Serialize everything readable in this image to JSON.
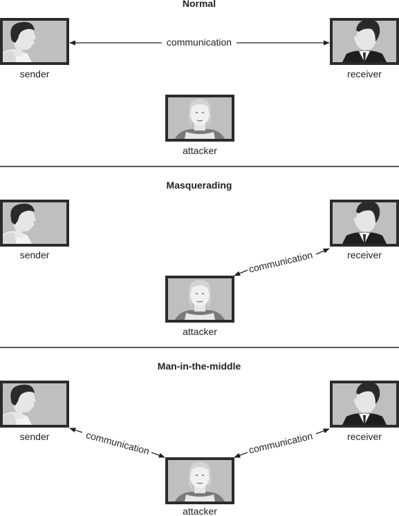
{
  "panels": [
    {
      "title": "Normal",
      "sender_label": "sender",
      "receiver_label": "receiver",
      "attacker_label": "attacker",
      "links": [
        {
          "label": "communication",
          "from": "sender",
          "to": "receiver"
        }
      ]
    },
    {
      "title": "Masquerading",
      "sender_label": "sender",
      "receiver_label": "receiver",
      "attacker_label": "attacker",
      "links": [
        {
          "label": "communication",
          "from": "attacker",
          "to": "receiver"
        }
      ]
    },
    {
      "title": "Man-in-the-middle",
      "sender_label": "sender",
      "receiver_label": "receiver",
      "attacker_label": "attacker",
      "links": [
        {
          "label": "communication",
          "from": "sender",
          "to": "attacker"
        },
        {
          "label": "communication",
          "from": "attacker",
          "to": "receiver"
        }
      ]
    }
  ]
}
